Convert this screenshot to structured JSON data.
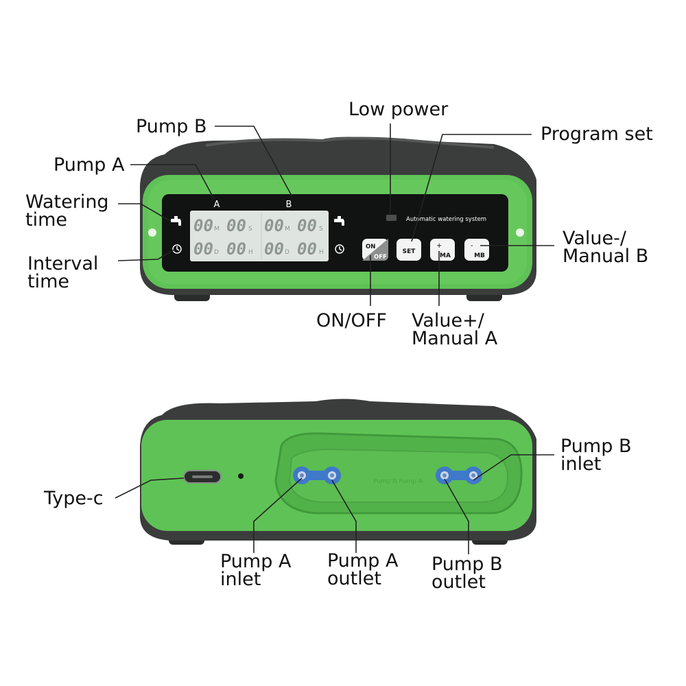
{
  "colors": {
    "body_dark": "#3b3d3c",
    "shell_green": "#5fc256",
    "shell_green_dark": "#3f9a3a",
    "panel_black": "#101312",
    "lcd_bg": "#dfe4e1",
    "button_white": "#f4f4f4",
    "port_blue": "#3f79c9",
    "leader_line": "#222222"
  },
  "front_panel": {
    "label_a": "A",
    "label_b": "B",
    "brand_text": "Automatic watering system",
    "lcd": {
      "row1_digit": "00",
      "row1_unit_1": "M",
      "row1_unit_2": "S",
      "row2_digit": "00",
      "row2_unit_1": "D",
      "row2_unit_2": "H"
    },
    "buttons": {
      "on_label": "ON",
      "off_label": "OFF",
      "set_label": "SET",
      "ma_sign": "+",
      "ma_label": "MA",
      "mb_sign": "-",
      "mb_label": "MB"
    }
  },
  "back_panel": {
    "embossed_text": "Pump B Pump A"
  },
  "callouts": {
    "pump_b": "Pump B",
    "pump_a": "Pump A",
    "watering_time": [
      "Watering",
      "time"
    ],
    "interval_time": [
      "Interval",
      "time"
    ],
    "low_power": "Low power",
    "program_set": "Program set",
    "value_minus": [
      "Value-/",
      "Manual B"
    ],
    "on_off": "ON/OFF",
    "value_plus": [
      "Value+/",
      "Manual A"
    ],
    "type_c": "Type-c",
    "pump_b_inlet": [
      "Pump B",
      "inlet"
    ],
    "pump_a_inlet": [
      "Pump A",
      "inlet"
    ],
    "pump_a_outlet": [
      "Pump A",
      "outlet"
    ],
    "pump_b_outlet": [
      "Pump B",
      "outlet"
    ]
  }
}
